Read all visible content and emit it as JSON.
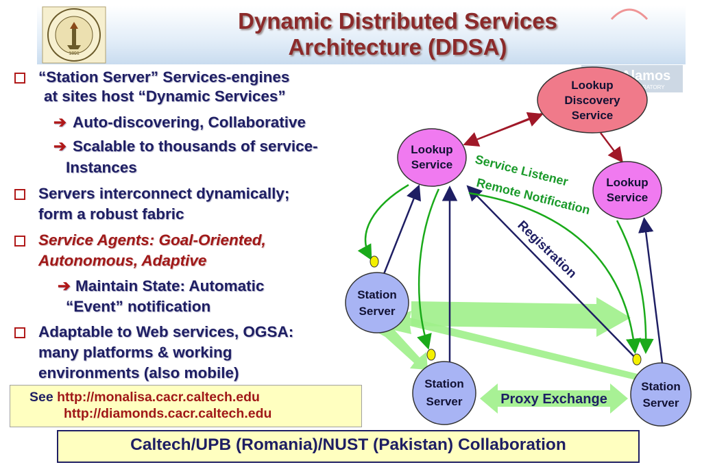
{
  "title": {
    "line1": "Dynamic Distributed Services",
    "line2": "Architecture (DDSA)"
  },
  "logos": {
    "left": "Caltech seal",
    "right": "Los Alamos National Laboratory",
    "left_text": "CALIFORNIA INSTITUTE OF TECHNOLOGY",
    "left_year": "1891",
    "right_text": "Los Alamos",
    "right_subtext": "NATIONAL LABORATORY"
  },
  "bullets": [
    {
      "kind": "main",
      "lines": [
        "“Station Server” Services-engines",
        "at sites host “Dynamic Services”"
      ]
    },
    {
      "kind": "sub",
      "lines": [
        "Auto-discovering, Collaborative"
      ]
    },
    {
      "kind": "sub",
      "lines": [
        "Scalable to thousands of service-",
        "Instances"
      ]
    },
    {
      "kind": "main",
      "lines": [
        "Servers interconnect dynamically;",
        "form a robust fabric"
      ]
    },
    {
      "kind": "main-italic",
      "lines": [
        "Service Agents: Goal-Oriented,",
        "Autonomous, Adaptive"
      ]
    },
    {
      "kind": "sub",
      "lines": [
        "Maintain State: Automatic",
        "“Event” notification"
      ]
    },
    {
      "kind": "main",
      "lines": [
        "Adaptable to Web services, OGSA:",
        "many platforms & working",
        "environments (also mobile)"
      ]
    }
  ],
  "see_box": {
    "prefix": "See",
    "url1": "http://monalisa.cacr.caltech.edu",
    "url2": "http://diamonds.cacr.caltech.edu"
  },
  "collaboration": "Caltech/UPB (Romania)/NUST (Pakistan) Collaboration",
  "diagram": {
    "nodes": {
      "lookup_discovery": [
        "Lookup",
        "Discovery",
        "Service"
      ],
      "lookup_left": [
        "Lookup",
        "Service"
      ],
      "lookup_right": [
        "Lookup",
        "Service"
      ],
      "station_left": [
        "Station",
        "Server"
      ],
      "station_bottom": [
        "Station",
        "Server"
      ],
      "station_right": [
        "Station",
        "Server"
      ]
    },
    "labels": {
      "service_listener": "Service Listener",
      "remote_notification": "Remote Notification",
      "registration": "Registration",
      "proxy_exchange": "Proxy Exchange"
    },
    "colors": {
      "lookup_discovery": "#f07a8a",
      "lookup_service": "#f07af0",
      "station_server": "#a8b4f4",
      "green_arrows": "#1aaa1a",
      "navy_arrows": "#1e1e63",
      "red_arrows": "#a01828",
      "proxy_band": "#9ef08a",
      "event_dot": "#f4f000"
    }
  }
}
